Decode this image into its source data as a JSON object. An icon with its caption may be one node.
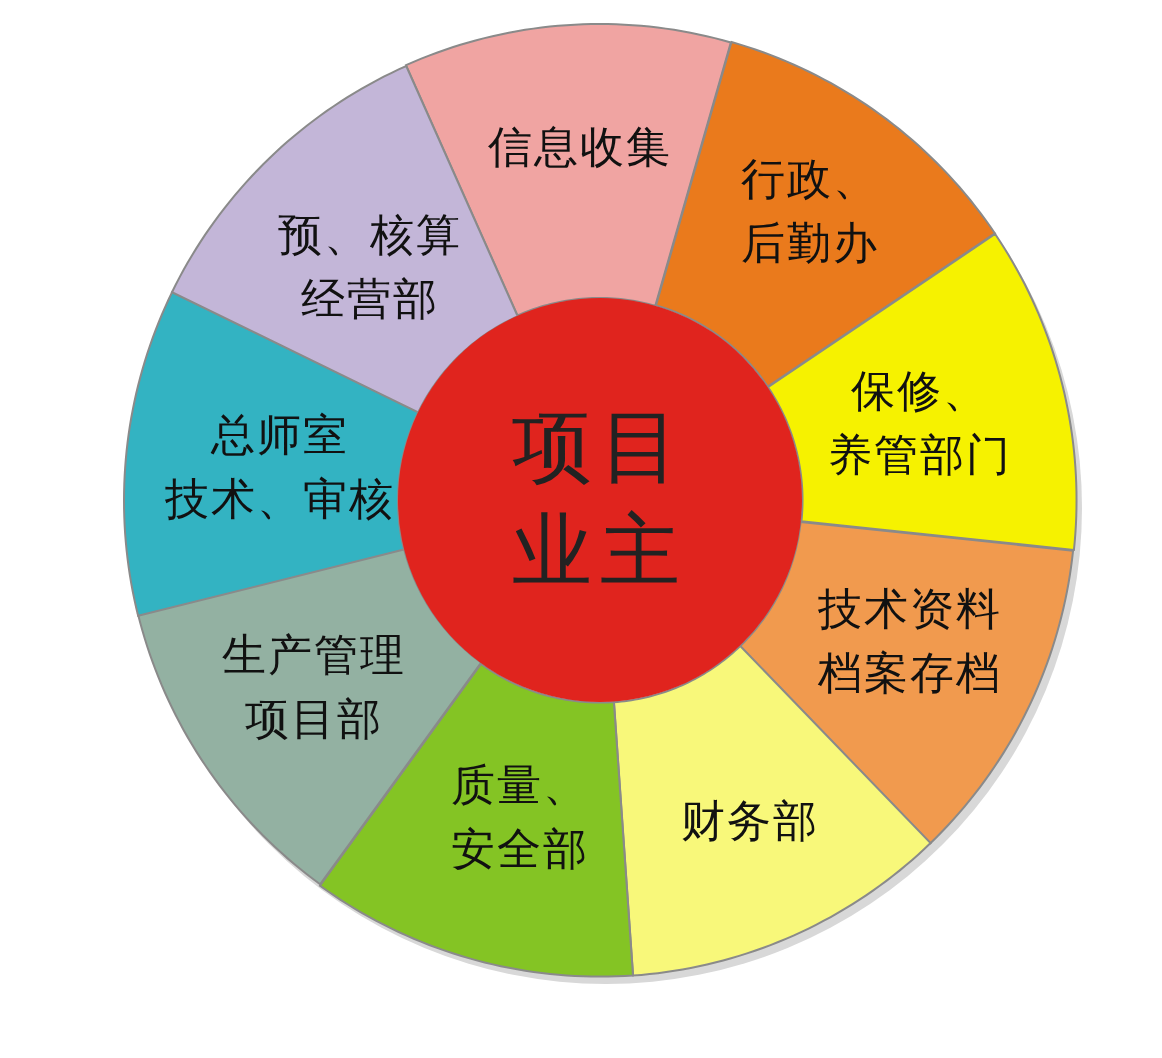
{
  "diagram": {
    "nodes": [
      {
        "text": [
          "项目业主"
        ]
      },
      {
        "text": [
          "信息收集"
        ]
      },
      {
        "text": [
          "行政、后勤办"
        ]
      },
      {
        "text": [
          "保修、养管部门"
        ]
      },
      {
        "text": [
          "技术资料档案存档"
        ]
      },
      {
        "text": [
          "财务部"
        ]
      },
      {
        "text": [
          "质量、安全部"
        ]
      },
      {
        "text": [
          "生产管理项目部"
        ]
      },
      {
        "text": [
          "总师室技术、审核"
        ]
      },
      {
        "text": [
          "预、核算经营部"
        ]
      }
    ]
  }
}
